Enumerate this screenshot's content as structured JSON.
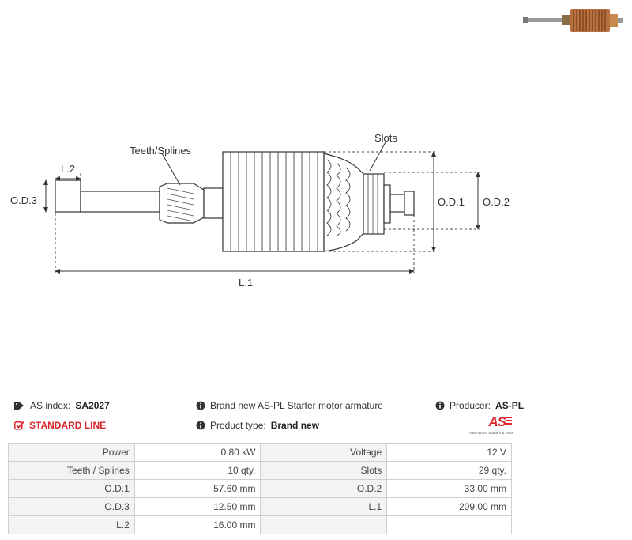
{
  "diagram": {
    "labels": {
      "teeth_splines": "Teeth/Splines",
      "slots": "Slots",
      "l2": "L.2",
      "od3": "O.D.3",
      "od1": "O.D.1",
      "od2": "O.D.2",
      "l1": "L.1"
    }
  },
  "info": {
    "as_index_label": "AS index:",
    "as_index_value": "SA2027",
    "description": "Brand new AS-PL Starter motor armature",
    "producer_label": "Producer:",
    "producer_value": "AS-PL",
    "line": "STANDARD LINE",
    "product_type_label": "Product type:",
    "product_type_value": "Brand new"
  },
  "logo": {
    "text": "AS",
    "tagline": "Alternators, Starters & Parts"
  },
  "colors": {
    "brand_red": "#d9262c",
    "copper": "#b8703e"
  },
  "specs": [
    [
      "Power",
      "0.80 kW",
      "Voltage",
      "12 V"
    ],
    [
      "Teeth / Splines",
      "10 qty.",
      "Slots",
      "29 qty."
    ],
    [
      "O.D.1",
      "57.60 mm",
      "O.D.2",
      "33.00 mm"
    ],
    [
      "O.D.3",
      "12.50 mm",
      "L.1",
      "209.00 mm"
    ],
    [
      "L.2",
      "16.00 mm",
      "",
      ""
    ]
  ]
}
